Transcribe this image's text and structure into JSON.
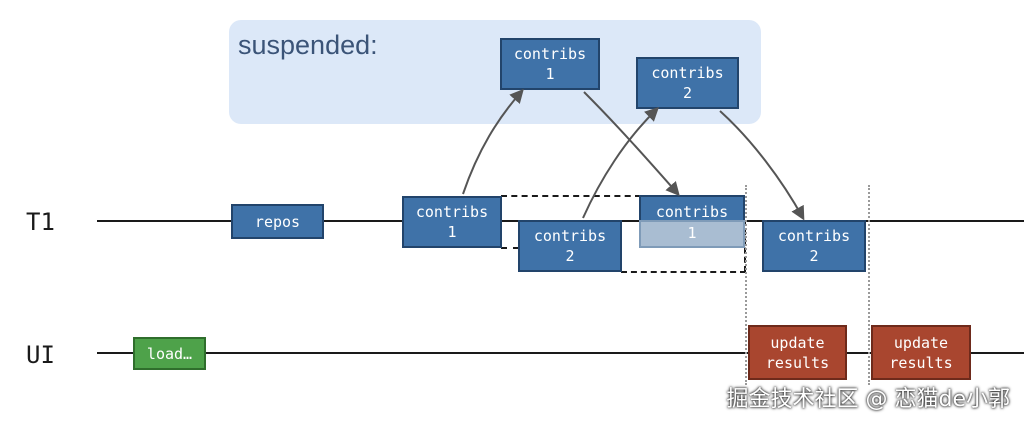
{
  "colors": {
    "thread_line": "#1a1a1a",
    "task_fill": "#3f72a8",
    "task_faded_fill": "#a9bdd2",
    "load_fill": "#4ea24a",
    "update_fill": "#a9462f",
    "suspended_bg": "#dce8f8",
    "arrow": "#555555"
  },
  "lanes": {
    "t1": "T1",
    "ui": "UI"
  },
  "suspended": {
    "label": "suspended:",
    "contribs1": {
      "line1": "contribs",
      "line2": "1"
    },
    "contribs2": {
      "line1": "contribs",
      "line2": "2"
    }
  },
  "t1_tasks": {
    "repos": "repos",
    "contribs1_start": {
      "line1": "contribs",
      "line2": "1"
    },
    "contribs2_start": {
      "line1": "contribs",
      "line2": "2"
    },
    "contribs1_end": {
      "line1": "contribs",
      "line2": "1"
    },
    "contribs2_end": {
      "line1": "contribs",
      "line2": "2"
    }
  },
  "ui_tasks": {
    "load": "load…",
    "update1": {
      "line1": "update",
      "line2": "results"
    },
    "update2": {
      "line1": "update",
      "line2": "results"
    }
  },
  "watermark": "掘金技术社区 @ 恋猫de小郭"
}
